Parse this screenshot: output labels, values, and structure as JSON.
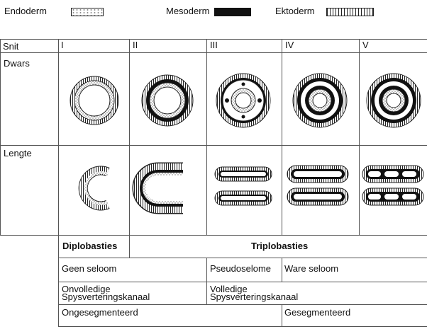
{
  "legend": {
    "endoderm": "Endoderm",
    "mesoderm": "Mesoderm",
    "ektoderm": "Ektoderm"
  },
  "table": {
    "row_header": "Snit",
    "columns": [
      "I",
      "II",
      "III",
      "IV",
      "V"
    ],
    "rows": [
      "Dwars",
      "Lengte"
    ]
  },
  "classification": {
    "diplo": "Diplobasties",
    "triplo": "Triplobasties",
    "geen_seloom": "Geen seloom",
    "pseudoselome": "Pseudoselome",
    "ware_seloom": "Ware seloom",
    "onvolledige": "Onvolledige\nSpysverteringskanaal",
    "volledige": "Volledige\nSpysverteringskanaal",
    "ongesegmenteerd": "Ongesegmenteerd",
    "gesegmenteerd": "Gesegmenteerd"
  }
}
